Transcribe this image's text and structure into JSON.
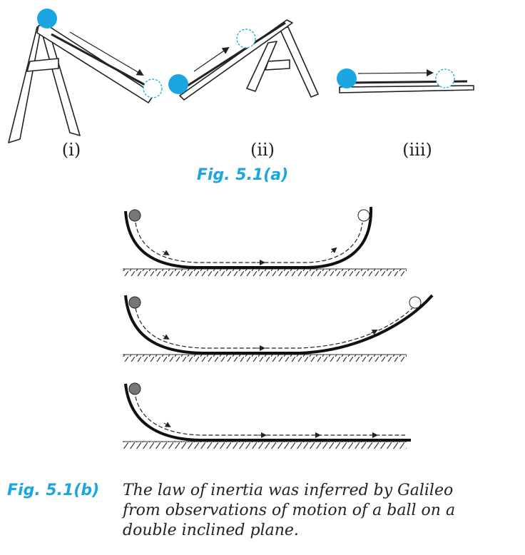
{
  "colors": {
    "ball": "#1ba6e2",
    "caption_accent": "#1ba6e2",
    "ink": "#222222",
    "gray_ball": "#777777"
  },
  "fig_a": {
    "panels": [
      {
        "label": "(i)"
      },
      {
        "label": "(ii)"
      },
      {
        "label": "(iii)"
      }
    ],
    "caption": "Fig. 5.1(a)"
  },
  "fig_b": {
    "caption_label": "Fig. 5.1(b)",
    "caption_lines": [
      "The law of inertia was inferred by Galileo",
      "from observations of motion of a ball on a",
      "double inclined plane."
    ]
  }
}
